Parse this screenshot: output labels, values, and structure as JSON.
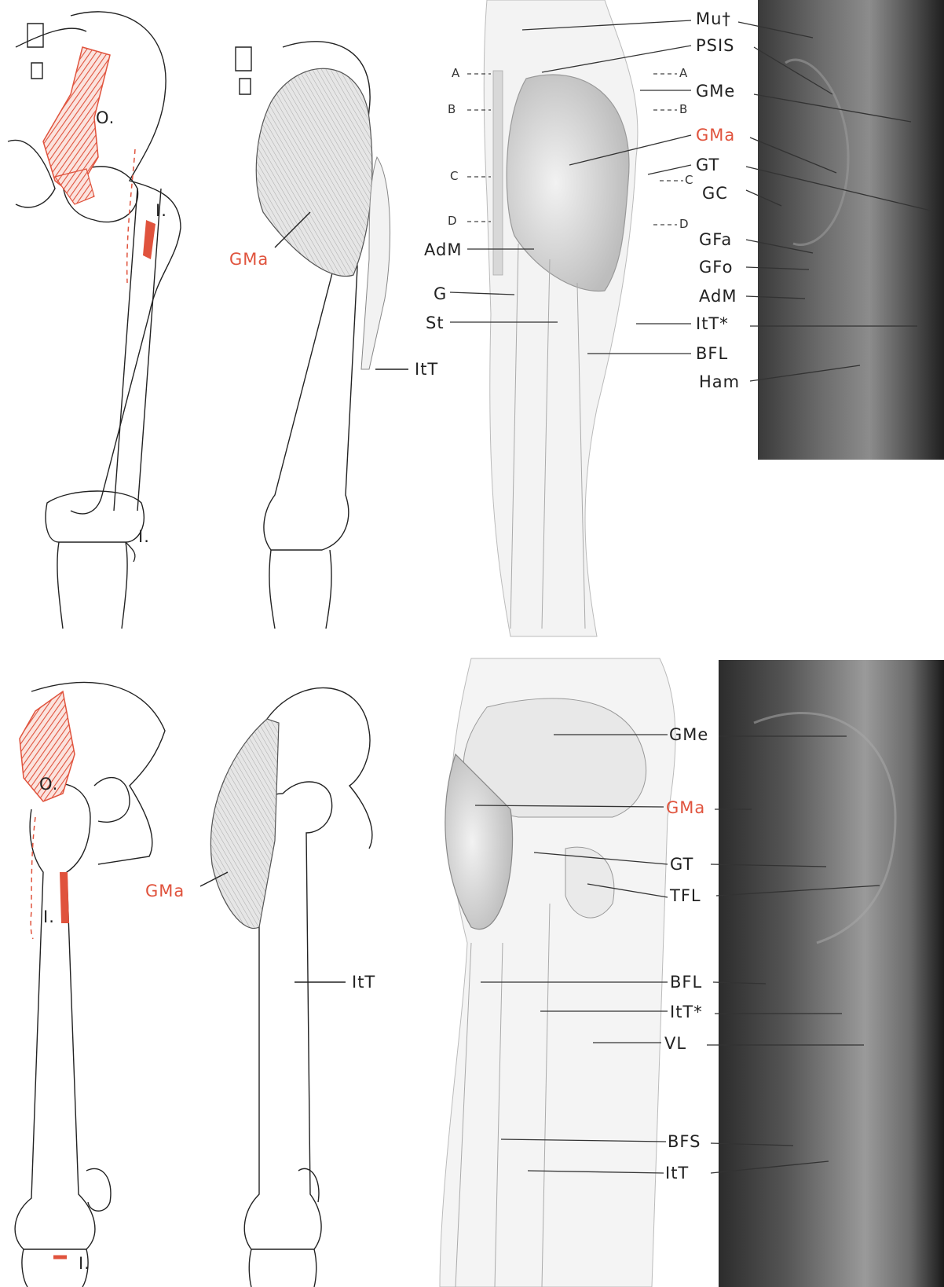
{
  "colors": {
    "accent": "#e0533d",
    "ink": "#222222",
    "bone": "#ffffff",
    "photo_dark": "#2e2e2e",
    "photo_light": "#8a8a8a"
  },
  "top": {
    "bone_labels": {
      "origin": "O.",
      "insertion_1": "I.",
      "insertion_2": "I."
    },
    "muscle_label": "GMa",
    "itt_label": "ItT",
    "levels_left": [
      "A",
      "B",
      "C",
      "D"
    ],
    "levels_right": [
      "A",
      "B",
      "C",
      "D"
    ],
    "left_labels": [
      "AdM",
      "G",
      "St"
    ],
    "right_labels": [
      "Mu†",
      "PSIS",
      "GMe",
      "GMa",
      "GT",
      "GC",
      "GFa",
      "GFo",
      "AdM",
      "ItT*",
      "BFL",
      "Ham"
    ]
  },
  "bottom": {
    "bone_labels": {
      "origin": "O.",
      "insertion_1": "I.",
      "insertion_2": "I."
    },
    "muscle_label": "GMa",
    "itt_label": "ItT",
    "right_labels": [
      "GMe",
      "GMa",
      "GT",
      "TFL",
      "BFL",
      "ItT*",
      "VL",
      "BFS",
      "ItT"
    ]
  }
}
